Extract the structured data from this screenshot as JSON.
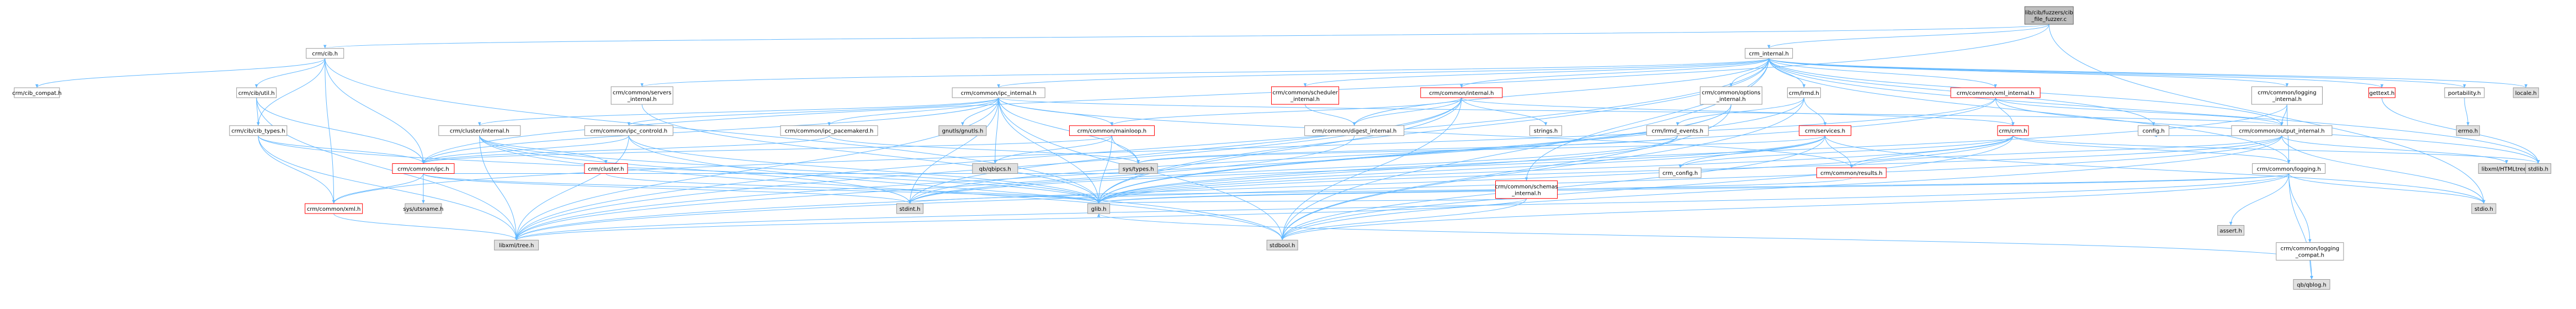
{
  "nodes": [
    {
      "id": "root",
      "label": [
        "lib/cib/fuzzers/cib",
        "_file_fuzzer.c"
      ],
      "style": "root"
    },
    {
      "id": "cib",
      "label": [
        "crm/cib.h"
      ],
      "style": "normal"
    },
    {
      "id": "crm_internal",
      "label": [
        "crm_internal.h"
      ],
      "style": "normal"
    },
    {
      "id": "cib_compat",
      "label": [
        "crm/cib_compat.h"
      ],
      "style": "normal"
    },
    {
      "id": "cib_util",
      "label": [
        "crm/cib/util.h"
      ],
      "style": "normal"
    },
    {
      "id": "cib_types",
      "label": [
        "crm/cib/cib_types.h"
      ],
      "style": "normal"
    },
    {
      "id": "common_servers",
      "label": [
        "crm/common/servers",
        "_internal.h"
      ],
      "style": "normal"
    },
    {
      "id": "ipc_internal",
      "label": [
        "crm/common/ipc_internal.h"
      ],
      "style": "normal"
    },
    {
      "id": "scheduler_internal",
      "label": [
        "crm/common/scheduler",
        "_internal.h"
      ],
      "style": "red"
    },
    {
      "id": "common_internal",
      "label": [
        "crm/common/internal.h"
      ],
      "style": "red"
    },
    {
      "id": "options_internal",
      "label": [
        "crm/common/options",
        "_internal.h"
      ],
      "style": "normal"
    },
    {
      "id": "crm_lrmd",
      "label": [
        "crm/lrmd.h"
      ],
      "style": "normal"
    },
    {
      "id": "xml_internal",
      "label": [
        "crm/common/xml_internal.h"
      ],
      "style": "red"
    },
    {
      "id": "logging_internal",
      "label": [
        "crm/common/logging",
        "_internal.h"
      ],
      "style": "normal"
    },
    {
      "id": "gettext",
      "label": [
        "gettext.h"
      ],
      "style": "red"
    },
    {
      "id": "portability",
      "label": [
        "portability.h"
      ],
      "style": "normal"
    },
    {
      "id": "locale",
      "label": [
        "locale.h"
      ],
      "style": "gray"
    },
    {
      "id": "cluster_internal",
      "label": [
        "crm/cluster/internal.h"
      ],
      "style": "normal"
    },
    {
      "id": "ipc_controld",
      "label": [
        "crm/common/ipc_controld.h"
      ],
      "style": "normal"
    },
    {
      "id": "ipc_pacemakerd",
      "label": [
        "crm/common/ipc_pacemakerd.h"
      ],
      "style": "normal"
    },
    {
      "id": "gnutls",
      "label": [
        "gnutls/gnutls.h"
      ],
      "style": "gray"
    },
    {
      "id": "mainloop",
      "label": [
        "crm/common/mainloop.h"
      ],
      "style": "red"
    },
    {
      "id": "digest_internal",
      "label": [
        "crm/common/digest_internal.h"
      ],
      "style": "normal"
    },
    {
      "id": "strings",
      "label": [
        "strings.h"
      ],
      "style": "normal"
    },
    {
      "id": "lrmd_events",
      "label": [
        "crm/lrmd_events.h"
      ],
      "style": "normal"
    },
    {
      "id": "services",
      "label": [
        "crm/services.h"
      ],
      "style": "red"
    },
    {
      "id": "crm_h",
      "label": [
        "crm/crm.h"
      ],
      "style": "red"
    },
    {
      "id": "config",
      "label": [
        "config.h"
      ],
      "style": "normal"
    },
    {
      "id": "output_internal",
      "label": [
        "crm/common/output_internal.h"
      ],
      "style": "normal"
    },
    {
      "id": "errno",
      "label": [
        "errno.h"
      ],
      "style": "gray"
    },
    {
      "id": "common_ipc",
      "label": [
        "crm/common/ipc.h"
      ],
      "style": "red"
    },
    {
      "id": "cluster",
      "label": [
        "crm/cluster.h"
      ],
      "style": "red"
    },
    {
      "id": "qb_qbipcs",
      "label": [
        "qb/qbipcs.h"
      ],
      "style": "gray"
    },
    {
      "id": "sys_types",
      "label": [
        "sys/types.h"
      ],
      "style": "gray"
    },
    {
      "id": "schemas_internal",
      "label": [
        "crm/common/schemas",
        "_internal.h"
      ],
      "style": "red"
    },
    {
      "id": "crm_config",
      "label": [
        "crm_config.h"
      ],
      "style": "normal"
    },
    {
      "id": "results",
      "label": [
        "crm/common/results.h"
      ],
      "style": "red"
    },
    {
      "id": "common_logging",
      "label": [
        "crm/common/logging.h"
      ],
      "style": "normal"
    },
    {
      "id": "libxml_htmltree",
      "label": [
        "libxml/HTMLtree.h"
      ],
      "style": "gray"
    },
    {
      "id": "stdlib",
      "label": [
        "stdlib.h"
      ],
      "style": "gray"
    },
    {
      "id": "sys_utsname",
      "label": [
        "sys/utsname.h"
      ],
      "style": "gray"
    },
    {
      "id": "common_xml",
      "label": [
        "crm/common/xml.h"
      ],
      "style": "red"
    },
    {
      "id": "stdint",
      "label": [
        "stdint.h"
      ],
      "style": "gray"
    },
    {
      "id": "glib",
      "label": [
        "glib.h"
      ],
      "style": "gray"
    },
    {
      "id": "assert",
      "label": [
        "assert.h"
      ],
      "style": "gray"
    },
    {
      "id": "logging_compat",
      "label": [
        "crm/common/logging",
        "_compat.h"
      ],
      "style": "normal"
    },
    {
      "id": "stdio",
      "label": [
        "stdio.h"
      ],
      "style": "gray"
    },
    {
      "id": "libxml_tree",
      "label": [
        "libxml/tree.h"
      ],
      "style": "gray"
    },
    {
      "id": "stdbool",
      "label": [
        "stdbool.h"
      ],
      "style": "gray"
    },
    {
      "id": "qblog",
      "label": [
        "qb/qblog.h"
      ],
      "style": "gray"
    }
  ],
  "edges": [
    [
      "root",
      "cib"
    ],
    [
      "root",
      "crm_internal"
    ],
    [
      "root",
      "stdio"
    ],
    [
      "root",
      "common_ipc"
    ],
    [
      "cib",
      "cib_compat"
    ],
    [
      "cib",
      "cib_util"
    ],
    [
      "cib",
      "cib_types"
    ],
    [
      "cib",
      "common_ipc"
    ],
    [
      "cib",
      "common_xml"
    ],
    [
      "cib",
      "glib"
    ],
    [
      "cib_util",
      "cib_types"
    ],
    [
      "cib_util",
      "libxml_tree"
    ],
    [
      "cib_util",
      "common_ipc"
    ],
    [
      "cib_types",
      "common_ipc"
    ],
    [
      "cib_types",
      "common_xml"
    ],
    [
      "cib_types",
      "libxml_tree"
    ],
    [
      "cib_types",
      "glib"
    ],
    [
      "crm_internal",
      "config"
    ],
    [
      "crm_internal",
      "portability"
    ],
    [
      "crm_internal",
      "locale"
    ],
    [
      "crm_internal",
      "gettext"
    ],
    [
      "crm_internal",
      "glib"
    ],
    [
      "crm_internal",
      "stdbool"
    ],
    [
      "crm_internal",
      "libxml_tree"
    ],
    [
      "crm_internal",
      "stdlib"
    ],
    [
      "crm_internal",
      "common_logging"
    ],
    [
      "crm_internal",
      "logging_internal"
    ],
    [
      "crm_internal",
      "common_internal"
    ],
    [
      "crm_internal",
      "scheduler_internal"
    ],
    [
      "crm_internal",
      "digest_internal"
    ],
    [
      "crm_internal",
      "options_internal"
    ],
    [
      "crm_internal",
      "output_internal"
    ],
    [
      "crm_internal",
      "xml_internal"
    ],
    [
      "crm_internal",
      "ipc_internal"
    ],
    [
      "crm_internal",
      "common_servers"
    ],
    [
      "crm_internal",
      "crm_lrmd"
    ],
    [
      "crm_internal",
      "schemas_internal"
    ],
    [
      "common_servers",
      "glib"
    ],
    [
      "ipc_internal",
      "stdbool"
    ],
    [
      "ipc_internal",
      "stdint"
    ],
    [
      "ipc_internal",
      "sys_types"
    ],
    [
      "ipc_internal",
      "gnutls"
    ],
    [
      "ipc_internal",
      "qb_qbipcs"
    ],
    [
      "ipc_internal",
      "libxml_tree"
    ],
    [
      "ipc_internal",
      "glib"
    ],
    [
      "ipc_internal",
      "common_ipc"
    ],
    [
      "ipc_internal",
      "ipc_controld"
    ],
    [
      "ipc_internal",
      "ipc_pacemakerd"
    ],
    [
      "ipc_internal",
      "mainloop"
    ],
    [
      "ipc_internal",
      "cluster_internal"
    ],
    [
      "ipc_internal",
      "output_internal"
    ],
    [
      "ipc_internal",
      "results"
    ],
    [
      "cluster_internal",
      "stdbool"
    ],
    [
      "cluster_internal",
      "glib"
    ],
    [
      "cluster_internal",
      "stdint"
    ],
    [
      "cluster_internal",
      "libxml_tree"
    ],
    [
      "cluster_internal",
      "cluster"
    ],
    [
      "ipc_controld",
      "stdbool"
    ],
    [
      "ipc_controld",
      "glib"
    ],
    [
      "ipc_controld",
      "libxml_tree"
    ],
    [
      "ipc_controld",
      "common_ipc"
    ],
    [
      "ipc_pacemakerd",
      "sys_types"
    ],
    [
      "ipc_pacemakerd",
      "common_ipc"
    ],
    [
      "mainloop",
      "glib"
    ],
    [
      "mainloop",
      "qb_qbipcs"
    ],
    [
      "mainloop",
      "sys_types"
    ],
    [
      "mainloop",
      "common_ipc"
    ],
    [
      "scheduler_internal",
      "digest_internal"
    ],
    [
      "common_internal",
      "glib"
    ],
    [
      "common_internal",
      "stdbool"
    ],
    [
      "common_internal",
      "stdint"
    ],
    [
      "common_internal",
      "strings"
    ],
    [
      "common_internal",
      "libxml_tree"
    ],
    [
      "common_internal",
      "crm_h"
    ],
    [
      "common_internal",
      "mainloop"
    ],
    [
      "common_internal",
      "digest_internal"
    ],
    [
      "digest_internal",
      "libxml_tree"
    ],
    [
      "options_internal",
      "glib"
    ],
    [
      "options_internal",
      "stdbool"
    ],
    [
      "options_internal",
      "libxml_tree"
    ],
    [
      "crm_lrmd",
      "lrmd_events"
    ],
    [
      "crm_lrmd",
      "services"
    ],
    [
      "crm_lrmd",
      "glib"
    ],
    [
      "crm_lrmd",
      "stdbool"
    ],
    [
      "lrmd_events",
      "glib"
    ],
    [
      "lrmd_events",
      "sys_types"
    ],
    [
      "lrmd_events",
      "stdint"
    ],
    [
      "services",
      "glib"
    ],
    [
      "services",
      "stdio"
    ],
    [
      "services",
      "stdint"
    ],
    [
      "services",
      "stdbool"
    ],
    [
      "services",
      "sys_types"
    ],
    [
      "services",
      "crm_config"
    ],
    [
      "services",
      "results"
    ],
    [
      "schemas_internal",
      "glib"
    ],
    [
      "schemas_internal",
      "libxml_tree"
    ],
    [
      "schemas_internal",
      "stdbool"
    ],
    [
      "crm_h",
      "crm_config"
    ],
    [
      "crm_h",
      "stdlib"
    ],
    [
      "crm_h",
      "glib"
    ],
    [
      "crm_h",
      "stdbool"
    ],
    [
      "crm_h",
      "libxml_tree"
    ],
    [
      "crm_h",
      "common_logging"
    ],
    [
      "crm_h",
      "results"
    ],
    [
      "xml_internal",
      "stdlib"
    ],
    [
      "xml_internal",
      "stdint"
    ],
    [
      "xml_internal",
      "crm_h"
    ],
    [
      "xml_internal",
      "output_internal"
    ],
    [
      "xml_internal",
      "common_xml"
    ],
    [
      "output_internal",
      "stdio"
    ],
    [
      "output_internal",
      "libxml_tree"
    ],
    [
      "output_internal",
      "libxml_htmltree"
    ],
    [
      "output_internal",
      "glib"
    ],
    [
      "output_internal",
      "config"
    ],
    [
      "output_internal",
      "results"
    ],
    [
      "output_internal",
      "stdbool"
    ],
    [
      "logging_internal",
      "glib"
    ],
    [
      "logging_internal",
      "common_logging"
    ],
    [
      "logging_internal",
      "output_internal"
    ],
    [
      "common_logging",
      "stdio"
    ],
    [
      "common_logging",
      "glib"
    ],
    [
      "common_logging",
      "qblog"
    ],
    [
      "common_logging",
      "assert"
    ],
    [
      "common_logging",
      "logging_compat"
    ],
    [
      "common_logging",
      "stdint"
    ],
    [
      "common_logging",
      "libxml_tree"
    ],
    [
      "common_logging",
      "stdbool"
    ],
    [
      "logging_compat",
      "qblog"
    ],
    [
      "logging_compat",
      "glib"
    ],
    [
      "portability",
      "errno"
    ],
    [
      "gettext",
      "stdlib"
    ],
    [
      "common_ipc",
      "sys_types"
    ],
    [
      "common_ipc",
      "sys_utsname"
    ],
    [
      "common_ipc",
      "stdint"
    ],
    [
      "common_ipc",
      "glib"
    ],
    [
      "common_ipc",
      "common_xml"
    ],
    [
      "common_xml",
      "libxml_tree"
    ],
    [
      "cluster",
      "glib"
    ],
    [
      "results",
      "glib"
    ]
  ]
}
